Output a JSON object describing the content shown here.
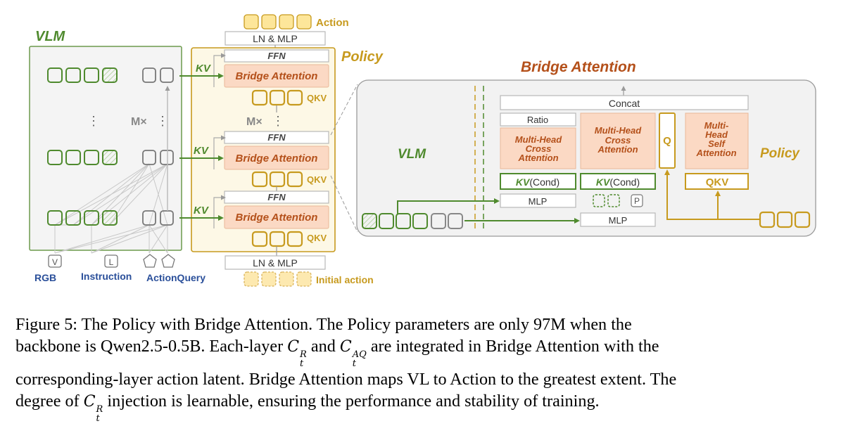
{
  "labels": {
    "vlm_left": "VLM",
    "policy_left": "Policy",
    "action_top": "Action",
    "ln_mlp_top": "LN & MLP",
    "ln_mlp_bottom": "LN & MLP",
    "initial_action": "Initial action",
    "ffn": "FFN",
    "bridge_attention": "Bridge Attention",
    "qkv": "QKV",
    "kv": "KV",
    "mx": "M×",
    "rgb": "RGB",
    "instruction": "Instruction",
    "action_query": "ActionQuery",
    "v_token": "V",
    "l_token": "L"
  },
  "detail": {
    "title": "Bridge Attention",
    "vlm": "VLM",
    "policy": "Policy",
    "concat": "Concat",
    "ratio": "Ratio",
    "mhca1": [
      "Multi-Head",
      "Cross",
      "Attention"
    ],
    "mhca2": [
      "Multi-Head",
      "Cross",
      "Attention"
    ],
    "mhsa": [
      "Multi-",
      "Head",
      "Self",
      "Attention"
    ],
    "q": "Q",
    "kv_cond_1_kv": "KV",
    "kv_cond_1_rest": "(Cond)",
    "kv_cond_2_kv": "KV",
    "kv_cond_2_rest": "(Cond)",
    "qkv": "QKV",
    "mlp1": "MLP",
    "mlp2": "MLP",
    "p": "P"
  },
  "caption": {
    "line1": "Figure 5:  The Policy with Bridge Attention.  The Policy parameters are only 97M when the",
    "line2a": "backbone is Qwen2.5-0.5B. Each-layer ",
    "line2b": " and ",
    "line2c": " are integrated in Bridge Attention with the",
    "line3": "corresponding-layer action latent. Bridge Attention maps VL to Action to the greatest extent. The",
    "line4a": "degree of ",
    "line4b": " injection is learnable, ensuring the performance and stability of training.",
    "math_c": "C",
    "math_t": "t",
    "math_r": "R",
    "math_aq": "AQ"
  },
  "colors": {
    "green": "#4f8a2e",
    "gold": "#c79a1e",
    "orange_fill": "#fbd9c4",
    "orange_text": "#b4501a",
    "navy": "#2a4f9a",
    "gray_bg": "#f2f2f2"
  }
}
